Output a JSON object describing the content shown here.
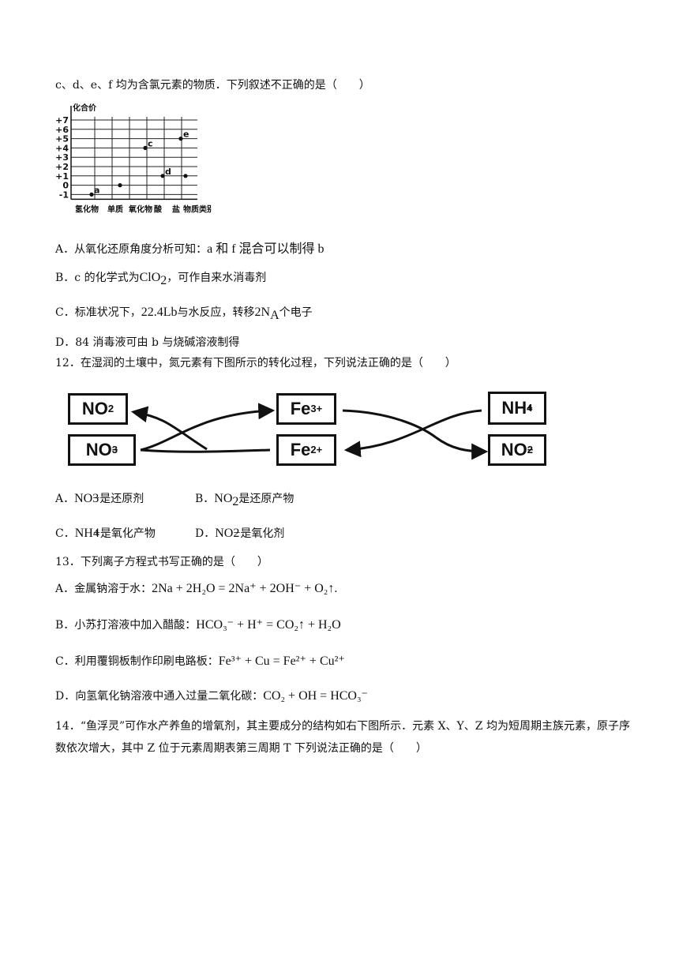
{
  "q11": {
    "stem": "c、d、e、f 均为含氯元素的物质．下列叙述不正确的是（　　）",
    "chart_data": {
      "type": "scatter",
      "ylabel": "化合价",
      "xlabel": "物质类别",
      "y_ticks": [
        "+7",
        "+6",
        "+5",
        "+4",
        "+3",
        "+2",
        "+1",
        "0",
        "-1"
      ],
      "categories": [
        "氢化物",
        "单质",
        "氧化物",
        "酸",
        "盐"
      ],
      "points": [
        {
          "label": "a",
          "category": "氢化物",
          "y": -1
        },
        {
          "label": "",
          "category": "单质",
          "y": 0
        },
        {
          "label": "c",
          "category": "氧化物",
          "y": 4
        },
        {
          "label": "d",
          "category": "酸",
          "y": 1
        },
        {
          "label": "e",
          "category": "盐",
          "y": 5
        },
        {
          "label": "",
          "category": "盐",
          "y": 1
        }
      ]
    },
    "options": {
      "A": {
        "prefix": "A．从氧化还原角度分析可知：",
        "text": "a 和 f 混合可以制得 b"
      },
      "B": {
        "prefix": "B．c 的化学式为",
        "formula": "ClO",
        "sub": "2",
        "suffix": "，可作自来水消毒剂"
      },
      "C": {
        "prefix": "C．标准状况下，",
        "amount": "22.4Lb",
        "mid": "与水反应，转移",
        "na": "2N",
        "na_sub": "A",
        "suffix": "个电子"
      },
      "D": {
        "text": "D．84 消毒液可由 b 与烧碱溶液制得"
      }
    }
  },
  "q12": {
    "stem": "12．在湿润的土壤中，氮元素有下图所示的转化过程，下列说法正确的是（　　）",
    "diagram": {
      "boxes": {
        "no2": {
          "main": "NO",
          "sub": "2"
        },
        "no3": {
          "main": "NO",
          "sub": "3",
          "sup": "−"
        },
        "fe3": {
          "main": "Fe",
          "sup": "3+"
        },
        "fe2": {
          "main": "Fe",
          "sup": "2+"
        },
        "nh4": {
          "main": "NH",
          "sub": "4",
          "sup": "+"
        },
        "no2m": {
          "main": "NO",
          "sub": "2",
          "sup": "−"
        }
      }
    },
    "options": {
      "A": {
        "label": "A．",
        "formula": "NO",
        "sub": "3",
        "sup": "−",
        "text": "是还原剂"
      },
      "B": {
        "label": "B．",
        "formula": "NO",
        "sub": "2",
        "text": "是还原产物"
      },
      "C": {
        "label": "C．",
        "formula": "NH",
        "sub": "4",
        "sup": "+",
        "text": "是氧化产物"
      },
      "D": {
        "label": "D．",
        "formula": "NO",
        "sub": "2",
        "sup": "−",
        "text": "是氧化剂"
      }
    }
  },
  "q13": {
    "stem": "13．下列离子方程式书写正确的是（　　）",
    "options": {
      "A": {
        "label": "A．金属钠溶于水：",
        "equation": "2Na + 2H₂O = 2Na⁺ + 2OH⁻ + O₂↑."
      },
      "B": {
        "label": "B．小苏打溶液中加入醋酸：",
        "equation": "HCO₃⁻ + H⁺ = CO₂↑ + H₂O"
      },
      "C": {
        "label": "C．利用覆铜板制作印刷电路板：",
        "equation": "Fe³⁺ + Cu = Fe²⁺ + Cu²⁺"
      },
      "D": {
        "label": "D．向氢氧化钠溶液中通入过量二氧化碳：",
        "equation": "CO₂ + OH = HCO₃⁻"
      }
    }
  },
  "q14": {
    "stem": "14．“鱼浮灵”可作水产养鱼的增氧剂，其主要成分的结构如右下图所示．元素 X、Y、Z 均为短周期主族元素，原子序数依次增大，其中 Z 位于元素周期表第三周期 T 下列说法正确的是（　　）"
  }
}
